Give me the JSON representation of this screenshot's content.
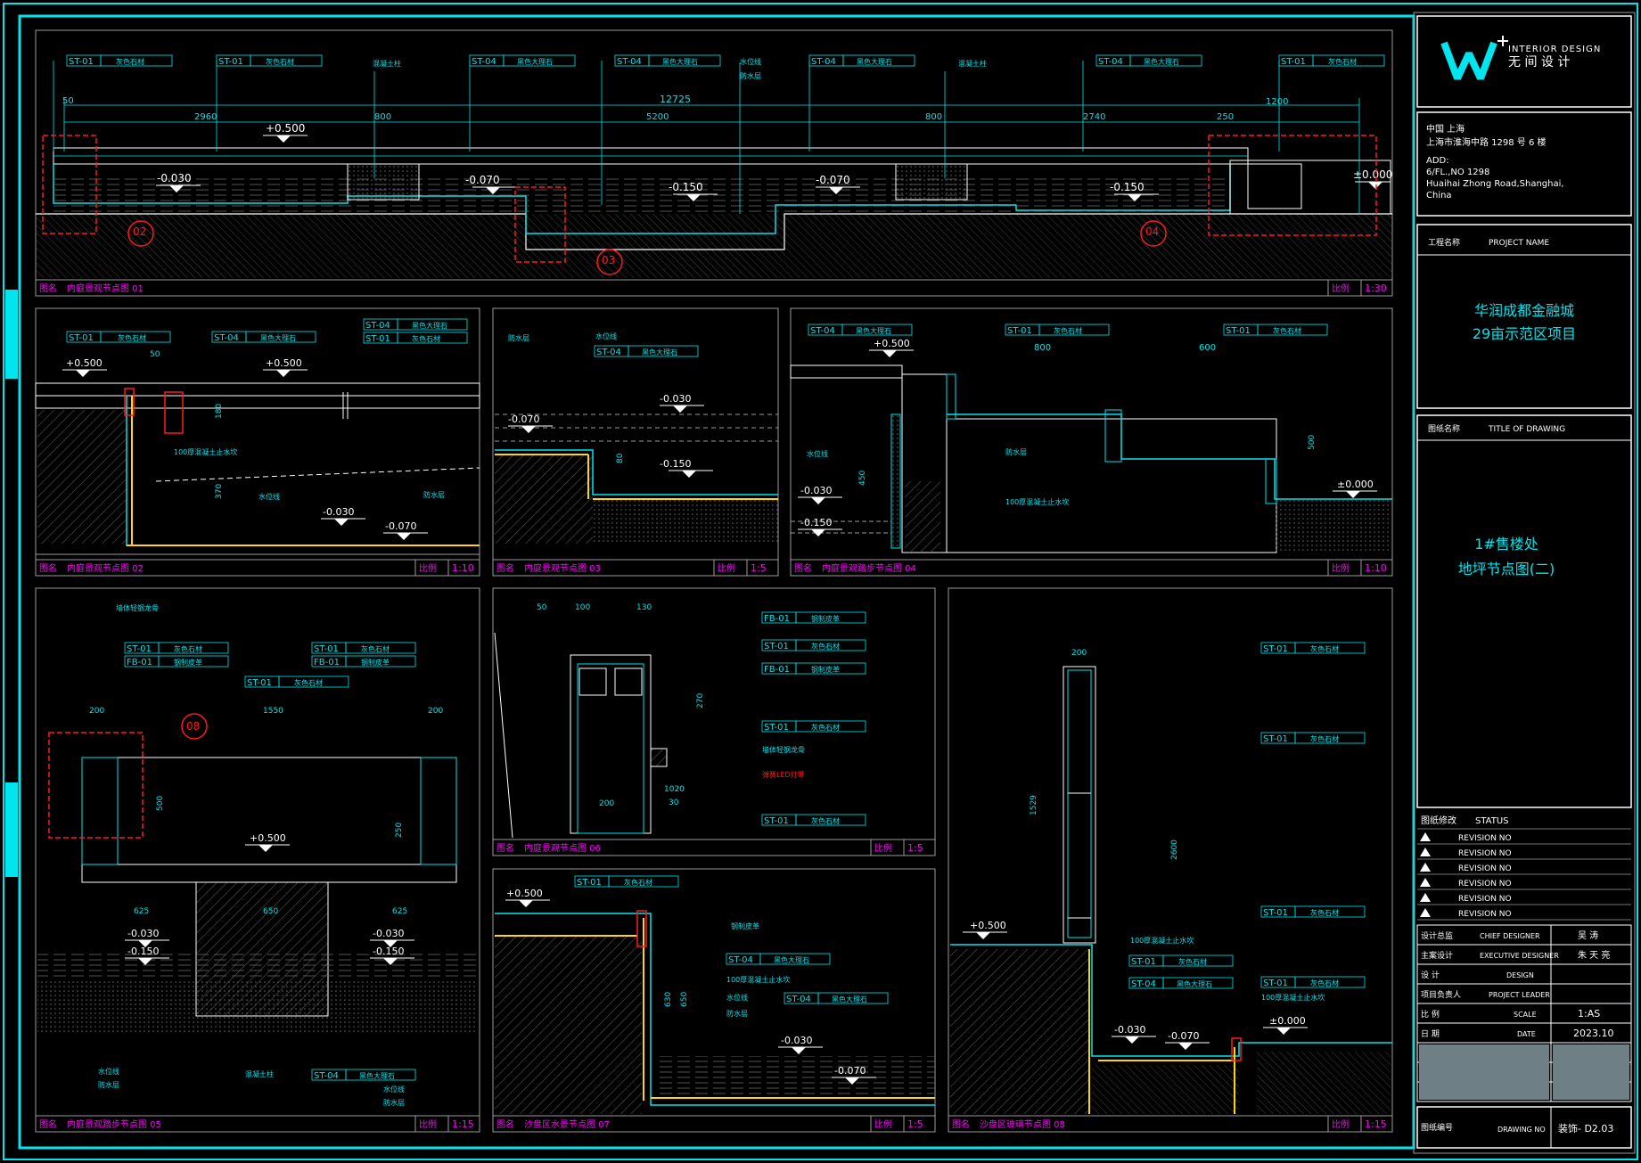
{
  "colors": {
    "cyan": "#00e5ee",
    "white": "#ffffff",
    "magenta": "#ff00ff",
    "red": "#ff1a1a",
    "yellow": "#ffd800",
    "grey": "#9a9a9a",
    "bg": "#000000"
  },
  "title_block": {
    "logo_mark": "W+",
    "logo_line1": "INTERIOR DESIGN",
    "logo_line2": "无 间 设 计",
    "address_cn_1": "中国 上海",
    "address_cn_2": "上海市淮海中路 1298 号 6 楼",
    "address_en_1": "ADD:",
    "address_en_2": "6/FL.,NO 1298",
    "address_en_3": "Huaihai Zhong Road,Shanghai,",
    "address_en_4": "China",
    "project_label_cn": "工程名称",
    "project_label_en": "PROJECT NAME",
    "project_name_1": "华润成都金融城",
    "project_name_2": "29亩示范区项目",
    "drawing_label_cn": "图纸名称",
    "drawing_label_en": "TITLE OF DRAWING",
    "drawing_name_1": "1#售楼处",
    "drawing_name_2": "地坪节点图(二)",
    "revision_header_cn": "图纸修改",
    "revision_header_en": "STATUS",
    "revisions": [
      "REVISION NO",
      "REVISION NO",
      "REVISION NO",
      "REVISION NO",
      "REVISION NO",
      "REVISION NO"
    ],
    "signoff": [
      {
        "cn": "设计总监",
        "en": "CHIEF DESIGNER",
        "val": "吴  涛"
      },
      {
        "cn": "主案设计",
        "en": "EXECUTIVE DESIGNER",
        "val": "朱 天 亮"
      },
      {
        "cn": "设  计",
        "en": "DESIGN",
        "val": ""
      },
      {
        "cn": "项目负责人",
        "en": "PROJECT LEADER",
        "val": ""
      },
      {
        "cn": "比  例",
        "en": "SCALE",
        "val": "1:AS"
      },
      {
        "cn": "日  期",
        "en": "DATE",
        "val": "2023.10"
      },
      {
        "cn": "",
        "en": "",
        "val": ""
      },
      {
        "cn": "",
        "en": "",
        "val": ""
      },
      {
        "cn": "",
        "en": "",
        "val": ""
      }
    ],
    "drawing_no_cn": "图纸编号",
    "drawing_no_en": "DRAWING NO",
    "drawing_no_val": "装饰- D2.03"
  },
  "views": [
    {
      "label": "图名",
      "name": "内庭景观节点图 01",
      "scale_label": "比例",
      "scale": "1:30"
    },
    {
      "label": "图名",
      "name": "内庭景观节点图 02",
      "scale_label": "比例",
      "scale": "1:10"
    },
    {
      "label": "图名",
      "name": "内庭景观节点图 03",
      "scale_label": "比例",
      "scale": "1:5"
    },
    {
      "label": "图名",
      "name": "内庭景观踏步节点图 04",
      "scale_label": "比例",
      "scale": "1:10"
    },
    {
      "label": "图名",
      "name": "内庭景观踏步节点图 05",
      "scale_label": "比例",
      "scale": "1:15"
    },
    {
      "label": "图名",
      "name": "内庭景观节点图 06",
      "scale_label": "比例",
      "scale": "1:5"
    },
    {
      "label": "图名",
      "name": "沙盘区水景节点图 07",
      "scale_label": "比例",
      "scale": "1:5"
    },
    {
      "label": "图名",
      "name": "沙盘区玻璃节点图 08",
      "scale_label": "比例",
      "scale": "1:15"
    }
  ],
  "tags": {
    "st01": "ST-01",
    "st04": "ST-04",
    "fb01": "FB-01",
    "st01_desc": "灰色石材",
    "st04_desc": "黑色大理石",
    "fb01_desc": "钢制皮革",
    "concrete": "混凝土柱",
    "water": "水位线",
    "waterproof": "防水层",
    "led": "弹簧LED灯带",
    "wall": "墙体轻钢龙骨",
    "concrete_note": "100厚混凝土止水坎"
  },
  "levels": {
    "p500": "+0.500",
    "m030": "-0.030",
    "m070": "-0.070",
    "m150": "-0.150",
    "zero": "±0.000"
  },
  "dims_01": {
    "total": "12725",
    "d2960": "2960",
    "d800": "800",
    "d5200": "5200",
    "d800b": "800",
    "d2740": "2740",
    "d250": "250",
    "d1200": "1200",
    "d50": "50"
  },
  "callouts": {
    "c02": "02",
    "c03": "03",
    "c04": "04",
    "c08": "08"
  },
  "dims_misc": {
    "d50": "50",
    "d100": "100",
    "d130": "130",
    "d270": "270",
    "d200": "200",
    "d1550": "1550",
    "d625": "625",
    "d650": "650",
    "d250": "250",
    "d1529": "1529",
    "d2600": "2600",
    "d600": "600",
    "d800": "800",
    "d450": "450",
    "d630": "630",
    "d500": "500",
    "d370": "370",
    "d180": "180",
    "d80": "80",
    "d30": "30",
    "d1020": "1020"
  }
}
